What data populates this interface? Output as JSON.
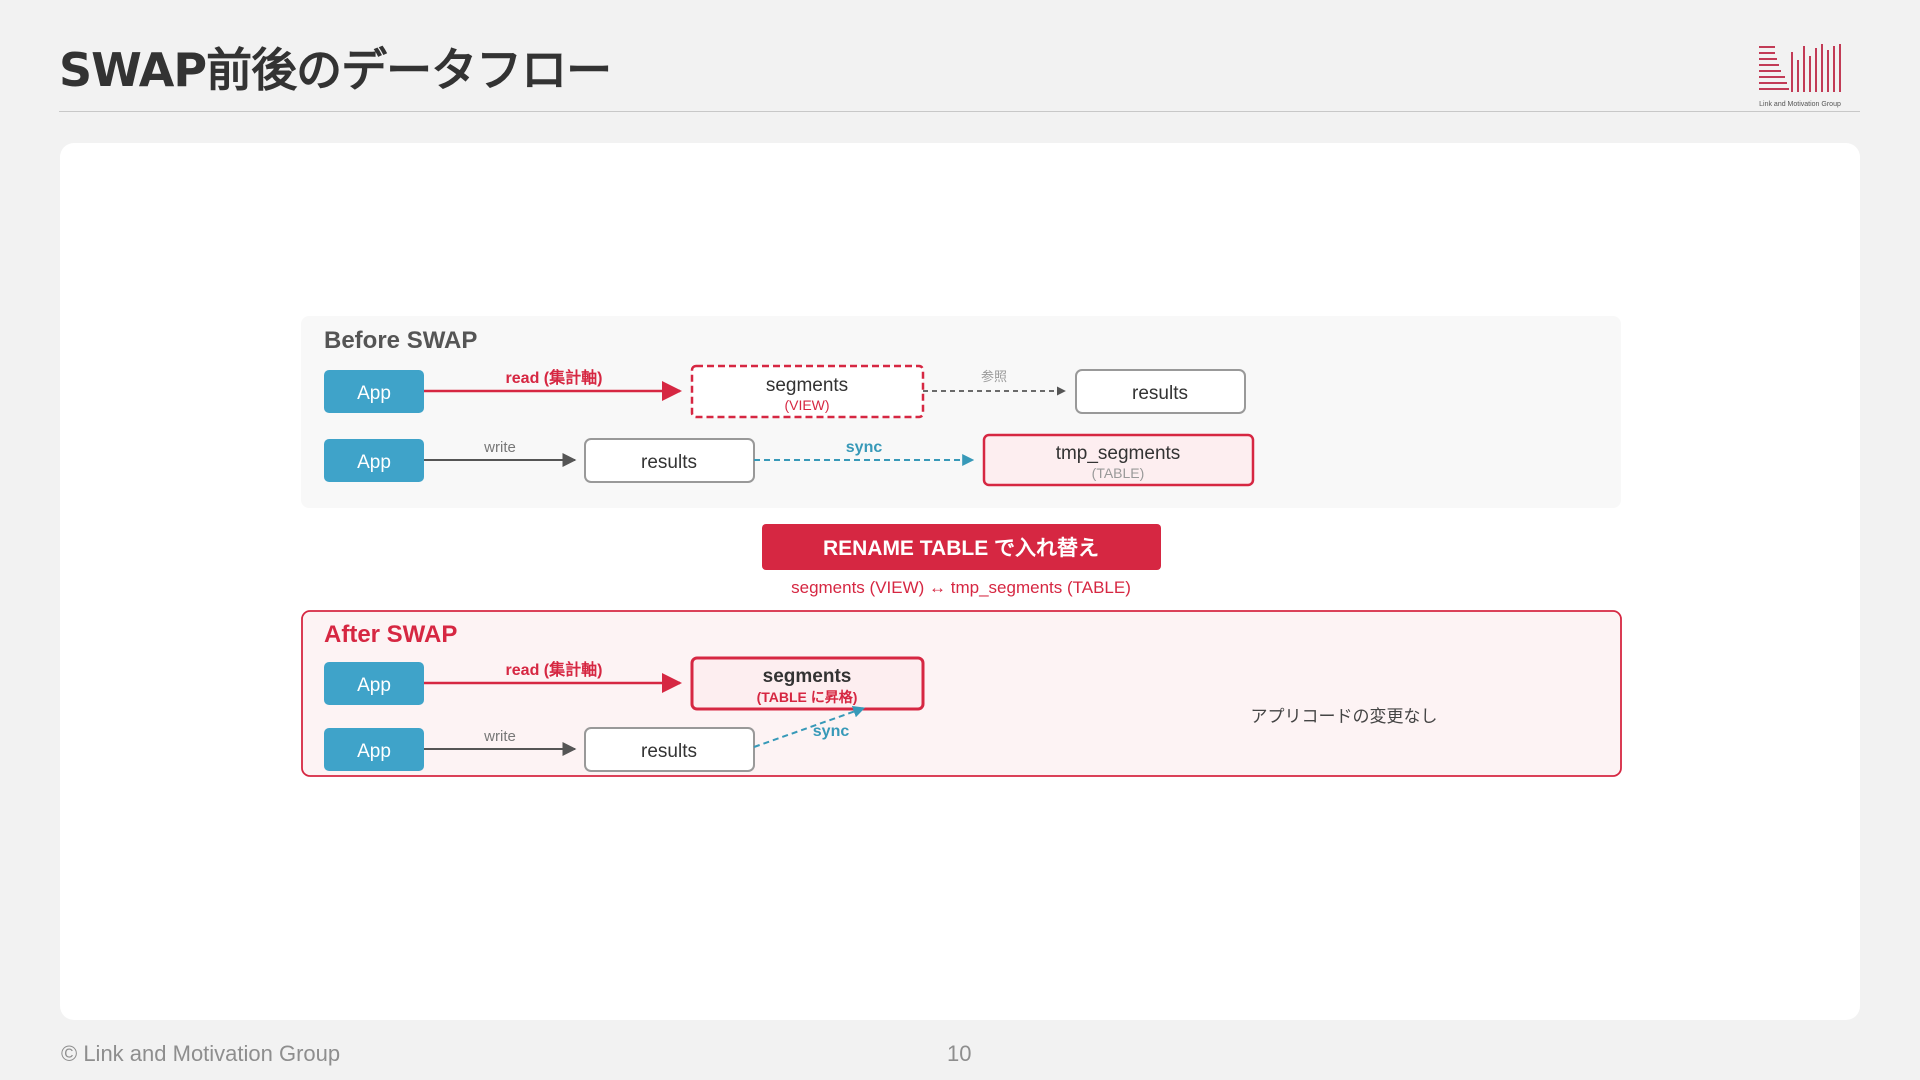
{
  "header": {
    "title": "SWAP前後のデータフロー",
    "logo_caption": "Link and Motivation Group"
  },
  "before": {
    "heading": "Before SWAP",
    "row1": {
      "app": "App",
      "edge_label": "read (集計軸)",
      "node_name": "segments",
      "node_type": "(VIEW)",
      "ref_label": "参照",
      "target": "results"
    },
    "row2": {
      "app": "App",
      "edge_label": "write",
      "node": "results",
      "sync_label": "sync",
      "target_name": "tmp_segments",
      "target_type": "(TABLE)"
    }
  },
  "rename": {
    "button": "RENAME TABLE で入れ替え",
    "detail": "segments (VIEW) ↔ tmp_segments (TABLE)"
  },
  "after": {
    "heading": "After SWAP",
    "row1": {
      "app": "App",
      "edge_label": "read (集計軸)",
      "node_name": "segments",
      "node_type": "(TABLE に昇格)"
    },
    "row2": {
      "app": "App",
      "edge_label": "write",
      "node": "results",
      "sync_label": "sync"
    },
    "note": "アプリコードの変更なし"
  },
  "footer": {
    "copyright": "© Link and Motivation Group",
    "page": "10"
  },
  "colors": {
    "app_blue": "#3fa3c9",
    "accent_red": "#d62742",
    "sync_blue": "#3799b8",
    "light_red_bg": "#fdf3f4",
    "before_bg": "#f8f8f8"
  }
}
